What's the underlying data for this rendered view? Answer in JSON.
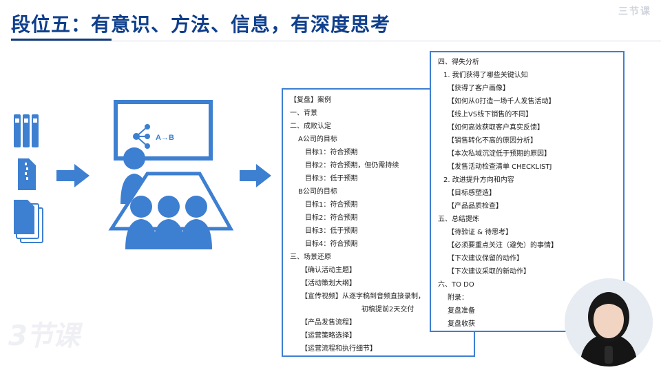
{
  "header": {
    "title": "段位五：有意识、方法、信息，有深度思考",
    "brand": "三节课"
  },
  "watermark": {
    "brand": "3节课"
  },
  "illustration": {
    "flow_label": "A→B",
    "primary_color": "#3d7fd1"
  },
  "doc_left": {
    "lines": [
      "【复盘】案例",
      "一、背景",
      "二、成败认定",
      "A公司的目标",
      "目标1：符合预期",
      "目标2：符合预期，但仍需持续",
      "目标3：低于预期",
      "B公司的目标",
      "目标1：符合预期",
      "目标2：符合预期",
      "目标3：低于预期",
      "目标4：符合预期",
      "三、场景还原",
      "【确认活动主题】",
      "【活动策划大纲】",
      "【宣传视频】从逐字稿到音频直接录制，",
      "初稿提前2天交付",
      "【产品发售流程】",
      "【运营策略选择】",
      "【运营流程和执行细节】"
    ]
  },
  "doc_right": {
    "lines": [
      "四、得失分析",
      "1. 我们获得了哪些关键认知",
      "【获得了客户画像】",
      "【如何从0打造一场千人发售活动】",
      "【线上VS线下销售的不同】",
      "【如何高效获取客户真实反馈】",
      "【销售转化不高的原因分析】",
      "【本次私域沉淀低于预期的原因】",
      "【发售活动检查清单 CHECKLISTJ",
      "2. 改进提升方向和内容",
      "【目标感塑造】",
      "【产品品质检查】",
      "五、总结提炼",
      "【待验证 & 待思考】",
      "【必须要重点关注（避免）的事情】",
      "【下次建议保留的动作】",
      "【下次建议采取的新动作】",
      "六、TO DO",
      "附录：",
      "复盘准备",
      "复盘收获"
    ]
  }
}
